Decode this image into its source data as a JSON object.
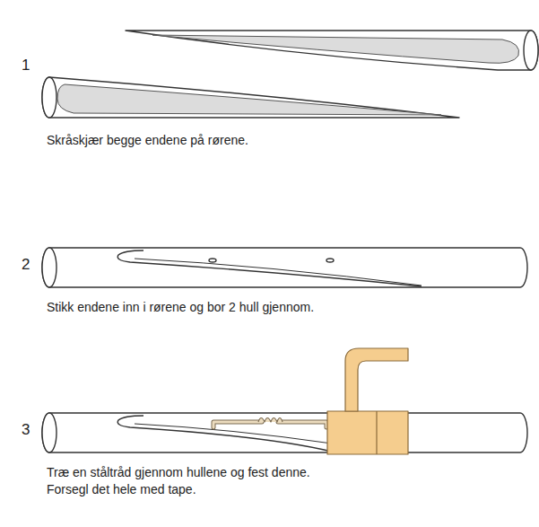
{
  "diagram": {
    "labels": [
      "1",
      "Skråskjær begge endene på rørene.",
      "2",
      "Stikk endene inn i rørene og bor 2 hull gjennom.",
      "3",
      "Træ en ståltråd gjennom hullene og fest denne.",
      "Forsegl det hele med tape."
    ]
  }
}
